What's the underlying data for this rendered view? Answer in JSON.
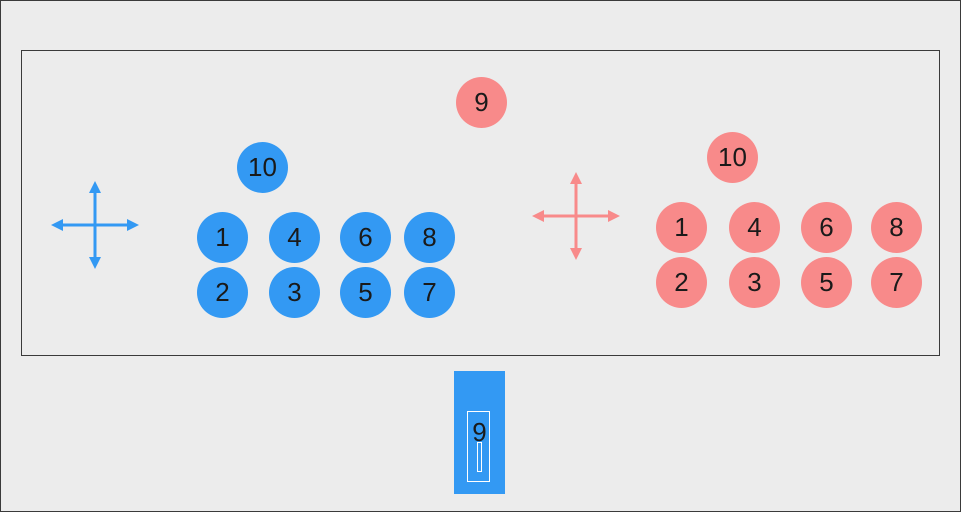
{
  "colors": {
    "blue": "#3399f3",
    "red": "#f88a8a",
    "background": "#ececec"
  },
  "blue_team": {
    "move_icon": "move-arrows-icon",
    "tokens": [
      {
        "label": "10",
        "role": "floater"
      },
      {
        "label": "1"
      },
      {
        "label": "4"
      },
      {
        "label": "6"
      },
      {
        "label": "8"
      },
      {
        "label": "2"
      },
      {
        "label": "3"
      },
      {
        "label": "5"
      },
      {
        "label": "7"
      }
    ]
  },
  "red_team": {
    "move_icon": "move-arrows-icon",
    "tokens": [
      {
        "label": "9",
        "role": "top"
      },
      {
        "label": "10",
        "role": "floater"
      },
      {
        "label": "1"
      },
      {
        "label": "4"
      },
      {
        "label": "6"
      },
      {
        "label": "8"
      },
      {
        "label": "2"
      },
      {
        "label": "3"
      },
      {
        "label": "5"
      },
      {
        "label": "7"
      }
    ]
  },
  "pole": {
    "label": "9"
  }
}
